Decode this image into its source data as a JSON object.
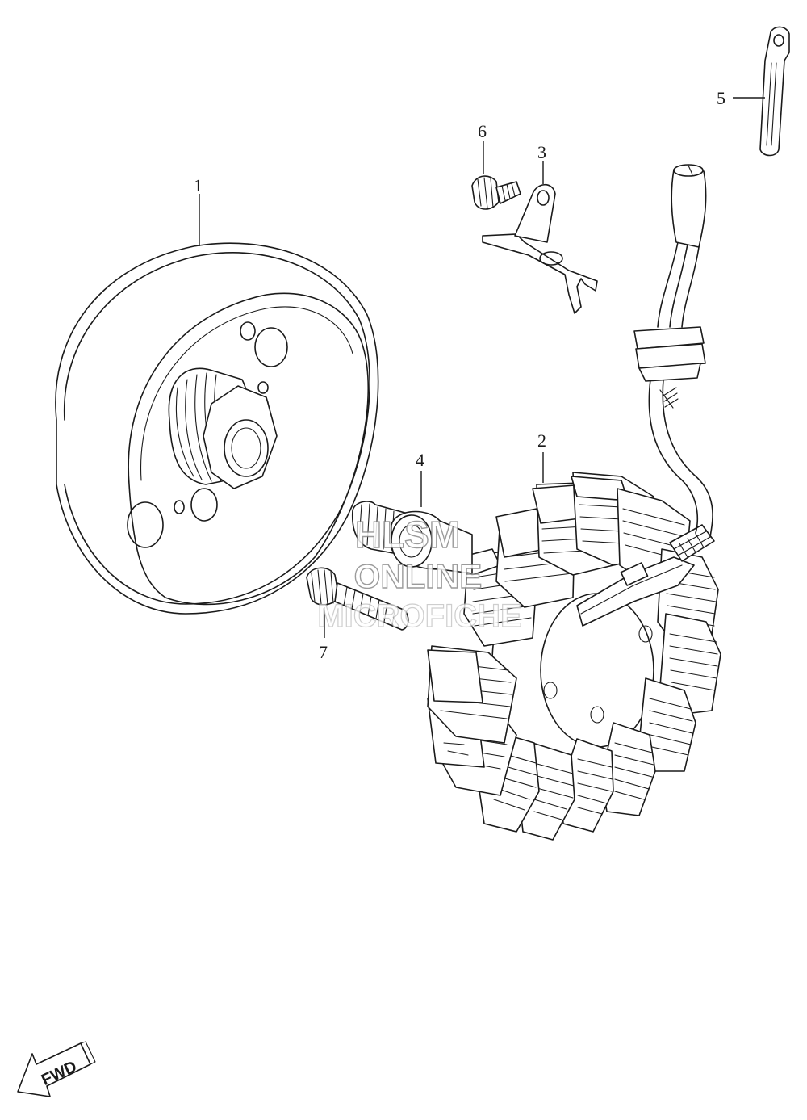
{
  "callouts": [
    {
      "id": "1",
      "label": "1"
    },
    {
      "id": "2",
      "label": "2"
    },
    {
      "id": "3",
      "label": "3"
    },
    {
      "id": "4",
      "label": "4"
    },
    {
      "id": "5",
      "label": "5"
    },
    {
      "id": "6",
      "label": "6"
    },
    {
      "id": "7",
      "label": "7"
    }
  ],
  "watermark": {
    "line1": "HLSM",
    "line2": "ONLINE",
    "line3": "MICROFICHE"
  },
  "direction_marker": {
    "label": "FWD",
    "icon": "arrow-down-left-icon"
  }
}
